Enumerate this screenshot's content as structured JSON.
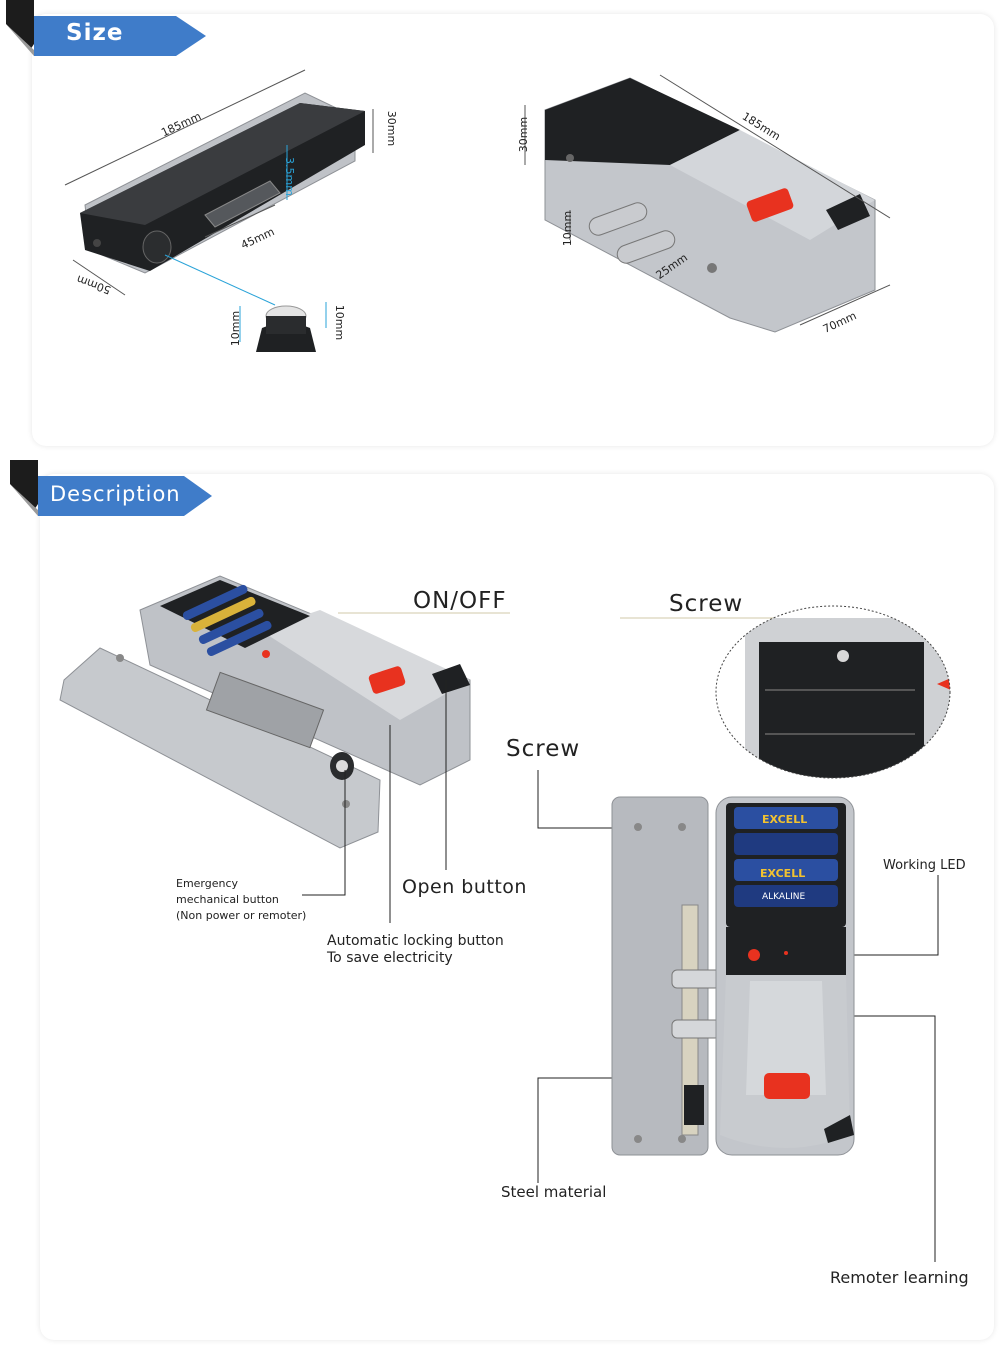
{
  "size_section": {
    "title": "Size",
    "dims": {
      "top_length": "185mm",
      "top_height": "30mm",
      "top_slot": "3.5mm",
      "top_slot_width": "45mm",
      "top_depth": "50mm",
      "knob_left": "10mm",
      "knob_right": "10mm",
      "side_height": "30mm",
      "side_length": "185mm",
      "bolt_dia": "10mm",
      "bolt_len": "25mm",
      "side_depth": "70mm"
    }
  },
  "description_section": {
    "title": "Description",
    "labels": {
      "on_off": "ON/OFF",
      "screw_top": "Screw",
      "screw_mid": "Screw",
      "emergency_1": "Emergency",
      "emergency_2": "mechanical button",
      "emergency_3": "(Non power or remoter)",
      "open_button": "Open button",
      "auto_lock_1": "Automatic locking button",
      "auto_lock_2": "To save electricity",
      "working_led": "Working LED",
      "steel_material": "Steel material",
      "remoter_learning": "Remoter learning"
    },
    "battery_brand": "EXCELL",
    "battery_type": "ALKALINE"
  },
  "colors": {
    "banner_blue": "#3f7cc9",
    "banner_dark": "#1c1c1c",
    "lock_silver": "#b9bcc1",
    "lock_black": "#1f2123",
    "button_red": "#e8321f"
  }
}
